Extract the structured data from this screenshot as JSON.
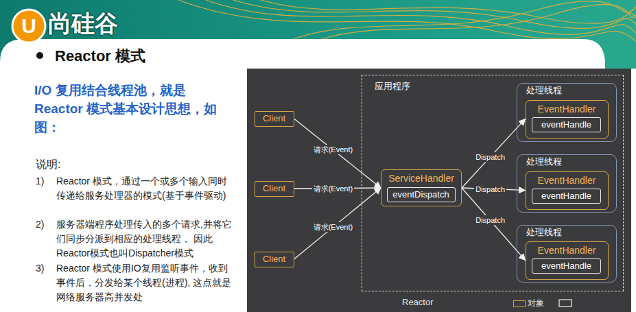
{
  "diagram": {
    "nodes": [
      {
        "text": [
          "Reactor"
        ]
      },
      {
        "text": [
          "应用程序"
        ],
        "in": 0
      },
      {
        "text": [
          "Client"
        ],
        "in": 0
      },
      {
        "text": [
          "Client"
        ],
        "in": 0
      },
      {
        "text": [
          "Client"
        ],
        "in": 0
      },
      {
        "text": [
          "ServiceHandler"
        ],
        "in": 1
      },
      {
        "text": [
          "eventDispatch"
        ],
        "in": 5
      },
      {
        "text": [
          "处理线程"
        ],
        "in": 1
      },
      {
        "text": [
          "EventHandler"
        ],
        "in": 7
      },
      {
        "text": [
          "eventHandle"
        ],
        "in": 8
      },
      {
        "text": [
          "处理线程"
        ],
        "in": 1
      },
      {
        "text": [
          "EventHandler"
        ],
        "in": 10
      },
      {
        "text": [
          "eventHandle"
        ],
        "in": 11
      },
      {
        "text": [
          "处理线程"
        ],
        "in": 1
      },
      {
        "text": [
          "EventHandler"
        ],
        "in": 13
      },
      {
        "text": [
          "eventHandle"
        ],
        "in": 14
      }
    ],
    "edges": [
      {
        "from": 2,
        "to": 5,
        "label": "请求(Event)",
        "arrow": "to"
      },
      {
        "from": 3,
        "to": 5,
        "label": "请求(Event)",
        "arrow": "to"
      },
      {
        "from": 4,
        "to": 5,
        "label": "请求(Event)",
        "arrow": "to"
      },
      {
        "from": 5,
        "to": 8,
        "label": "Dispatch",
        "arrow": "to"
      },
      {
        "from": 5,
        "to": 11,
        "label": "Dispatch",
        "arrow": "to"
      },
      {
        "from": 5,
        "to": 14,
        "label": "Dispatch",
        "arrow": "to"
      }
    ],
    "labels": [
      "U",
      "尚硅谷",
      "Reactor 模式",
      "I/O 复用结合线程池，就是 Reactor 模式基本设计思想，如图：",
      "说明:",
      "1)",
      "Reactor 模式，通过一个或多个输入同时传递给服务处理器的模式(基于事件驱动)",
      "2)",
      "服务器端程序处理传入的多个请求,并将它们同步分派到相应的处理线程， 因此Reactor模式也叫Dispatcher模式",
      "3)",
      "Reactor 模式使用IO复用监听事件，收到事件后，分发给某个线程(进程), 这点就是网络服务器高并发处"
    ],
    "legend": [
      {
        "text": "对象"
      }
    ]
  }
}
